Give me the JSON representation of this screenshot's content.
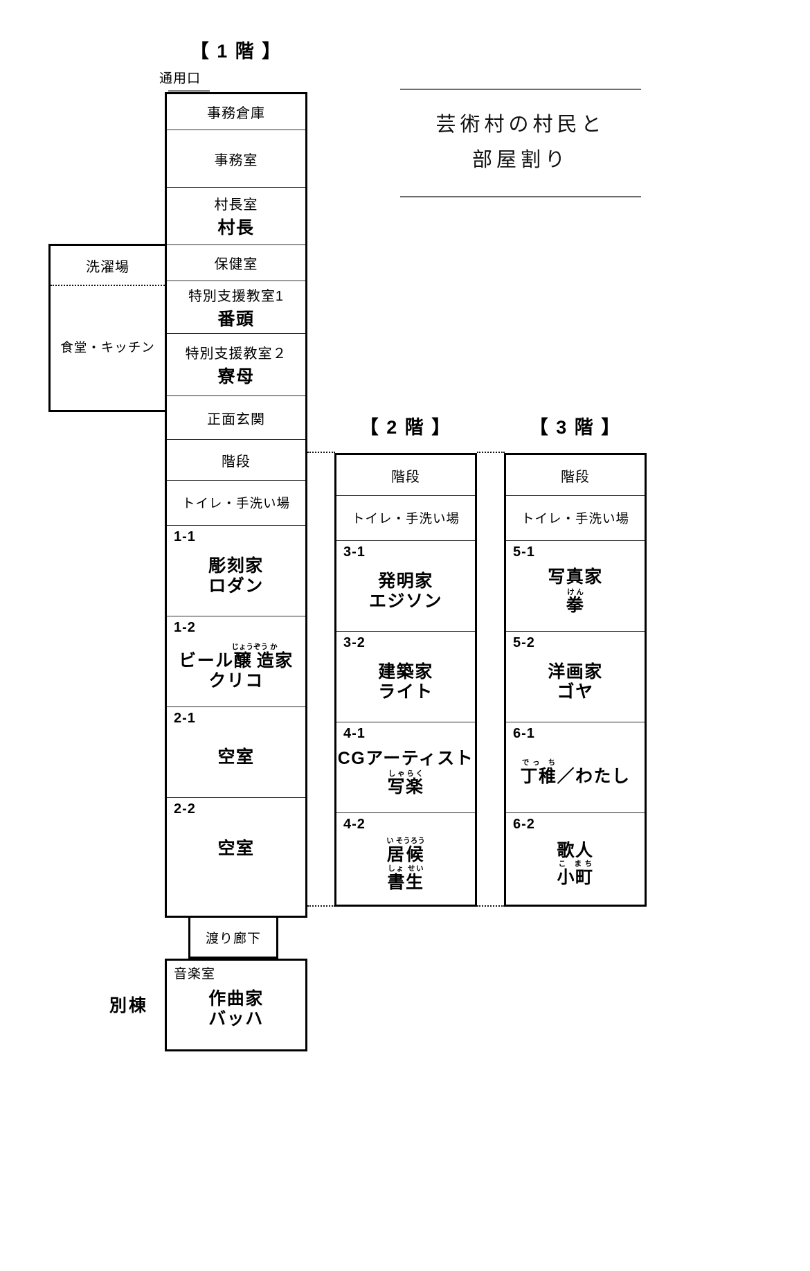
{
  "title": {
    "line1": "芸術村の村民と",
    "line2": "部屋割り"
  },
  "headings": {
    "floor1": "【 1 階 】",
    "floor2": "【 2 階 】",
    "floor3": "【 3 階 】"
  },
  "annotations": {
    "service_entrance": "通用口",
    "annex_label": "別棟",
    "corridor": "渡り廊下"
  },
  "left_wing": {
    "rooms": [
      {
        "label": "洗濯場"
      },
      {
        "label": "食堂・キッチン"
      }
    ]
  },
  "floor1": {
    "service_rooms": [
      {
        "label": "事務倉庫",
        "occupant": ""
      },
      {
        "label": "事務室",
        "occupant": ""
      },
      {
        "label": "村長室",
        "occupant": "村長"
      },
      {
        "label": "保健室",
        "occupant": ""
      },
      {
        "label": "特別支援教室1",
        "occupant": "番頭"
      },
      {
        "label": "特別支援教室２",
        "occupant": "寮母"
      },
      {
        "label": "正面玄関",
        "occupant": ""
      },
      {
        "label": "階段",
        "occupant": ""
      },
      {
        "label": "トイレ・手洗い場",
        "occupant": ""
      }
    ],
    "dorm_rooms": [
      {
        "no": "1-1",
        "job": "彫刻家",
        "person": "ロダン"
      },
      {
        "no": "1-2",
        "job": "ビール醸造家",
        "job_ruby": "じょうぞう か",
        "person": "クリコ"
      },
      {
        "no": "2-1",
        "job": "空室",
        "person": ""
      },
      {
        "no": "2-2",
        "job": "空室",
        "person": ""
      }
    ]
  },
  "floor2": {
    "service_rooms": [
      {
        "label": "階段"
      },
      {
        "label": "トイレ・手洗い場"
      }
    ],
    "dorm_rooms": [
      {
        "no": "3-1",
        "job": "発明家",
        "person": "エジソン"
      },
      {
        "no": "3-2",
        "job": "建築家",
        "person": "ライト"
      },
      {
        "no": "4-1",
        "job": "CGアーティスト",
        "person": "写楽",
        "person_ruby": "しゃらく"
      },
      {
        "no": "4-2",
        "job": "居候",
        "job_ruby": "い そうろう",
        "person": "書生",
        "person_ruby": "しょ せい"
      }
    ]
  },
  "floor3": {
    "service_rooms": [
      {
        "label": "階段"
      },
      {
        "label": "トイレ・手洗い場"
      }
    ],
    "dorm_rooms": [
      {
        "no": "5-1",
        "job": "写真家",
        "person": "拳",
        "person_ruby": "けん"
      },
      {
        "no": "5-2",
        "job": "洋画家",
        "person": "ゴヤ"
      },
      {
        "no": "6-1",
        "job": "丁稚／わたし",
        "job_ruby": "でっ ち",
        "person": ""
      },
      {
        "no": "6-2",
        "job": "歌人",
        "person": "小町",
        "person_ruby": "こ まち"
      }
    ]
  },
  "annex": {
    "label": "音楽室",
    "job": "作曲家",
    "person": "バッハ"
  },
  "colors": {
    "outline": "#000000",
    "divider": "#2a2a2a",
    "door": "#b5b5b5",
    "rule": "#6d6d6d"
  }
}
